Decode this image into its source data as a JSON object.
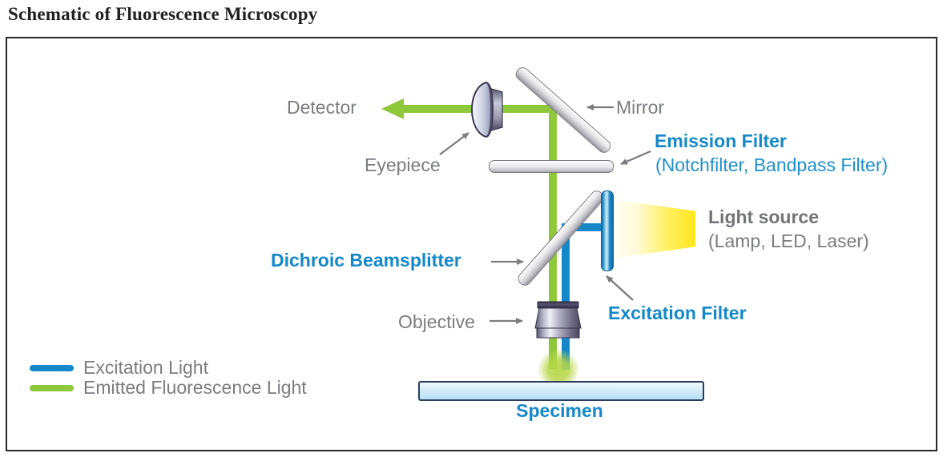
{
  "title": "Schematic of Fluorescence Microscopy",
  "colors": {
    "excitation_blue": "#1488C8",
    "fluorescence_green": "#90C83C",
    "label_gray": "#7B7C7F",
    "highlight_label_blue": "#1488C8",
    "light_source_yellow": "#FFE71C",
    "frame_border": "#27272B"
  },
  "diagram": {
    "labels": {
      "detector": "Detector",
      "eyepiece": "Eyepiece",
      "mirror": "Mirror",
      "emission_filter": "Emission Filter",
      "emission_filter_sub": "(Notchfilter, Bandpass Filter)",
      "light_source": "Light source",
      "light_source_sub": "(Lamp, LED, Laser)",
      "dichroic_beamsplitter": "Dichroic Beamsplitter",
      "objective": "Objective",
      "excitation_filter": "Excitation Filter",
      "specimen": "Specimen"
    },
    "legend": [
      {
        "label": "Excitation Light",
        "color": "#1488C8"
      },
      {
        "label": "Emitted Fluorescence Light",
        "color": "#90C83C"
      }
    ]
  }
}
